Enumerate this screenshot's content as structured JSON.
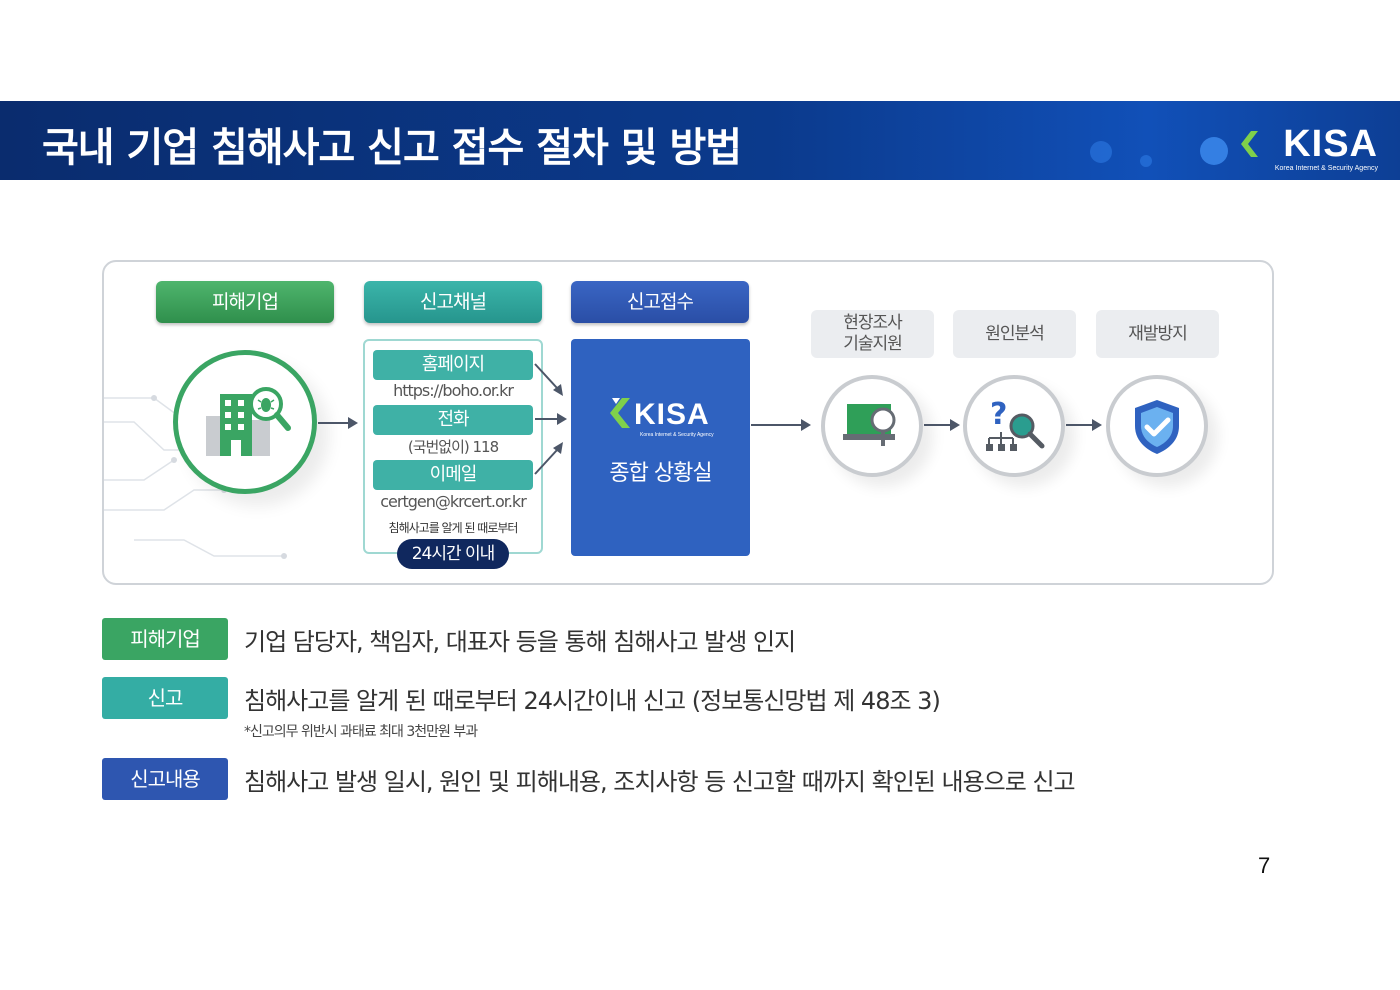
{
  "header": {
    "title": "국내 기업 침해사고 신고 접수 절차 및 방법",
    "logo_text": "KISA",
    "logo_subtext": "Korea Internet & Security Agency"
  },
  "flow": {
    "victim_label": "피해기업",
    "channel_label": "신고채널",
    "reception_label": "신고접수",
    "channels": [
      {
        "label": "홈페이지",
        "detail": "https://boho.or.kr"
      },
      {
        "label": "전화",
        "detail": "(국번없이) 118"
      },
      {
        "label": "이메일",
        "detail": "certgen@krcert.or.kr"
      }
    ],
    "deadline_note": "침해사고를 알게 된 때로부터",
    "deadline_badge": "24시간 이내",
    "center_logo": "KISA",
    "center_logo_sub": "Korea Internet & Security Agency",
    "center_label": "종합 상황실",
    "steps": [
      {
        "line1": "현장조사",
        "line2": "기술지원"
      },
      {
        "line1": "원인분석",
        "line2": ""
      },
      {
        "line1": "재발방지",
        "line2": ""
      }
    ]
  },
  "legend": [
    {
      "tag": "피해기업",
      "text": "기업 담당자, 책임자, 대표자 등을 통해 침해사고 발생 인지",
      "color": "#3aa563"
    },
    {
      "tag": "신고",
      "text": "침해사고를 알게 된 때로부터 24시간이내 신고 (정보통신망법 제 48조 3)",
      "note": "*신고의무 위반시 과태료 최대 3천만원 부과",
      "color": "#34ada4"
    },
    {
      "tag": "신고내용",
      "text": "침해사고 발생 일시, 원인 및 피해내용, 조치사항 등 신고할 때까지 확인된 내용으로 신고",
      "color": "#2e56b0"
    }
  ],
  "page_number": "7",
  "colors": {
    "banner": "#0b3a8c",
    "green": "#3aa563",
    "teal": "#34ada4",
    "blue": "#2e56b0",
    "navy": "#10285e"
  }
}
